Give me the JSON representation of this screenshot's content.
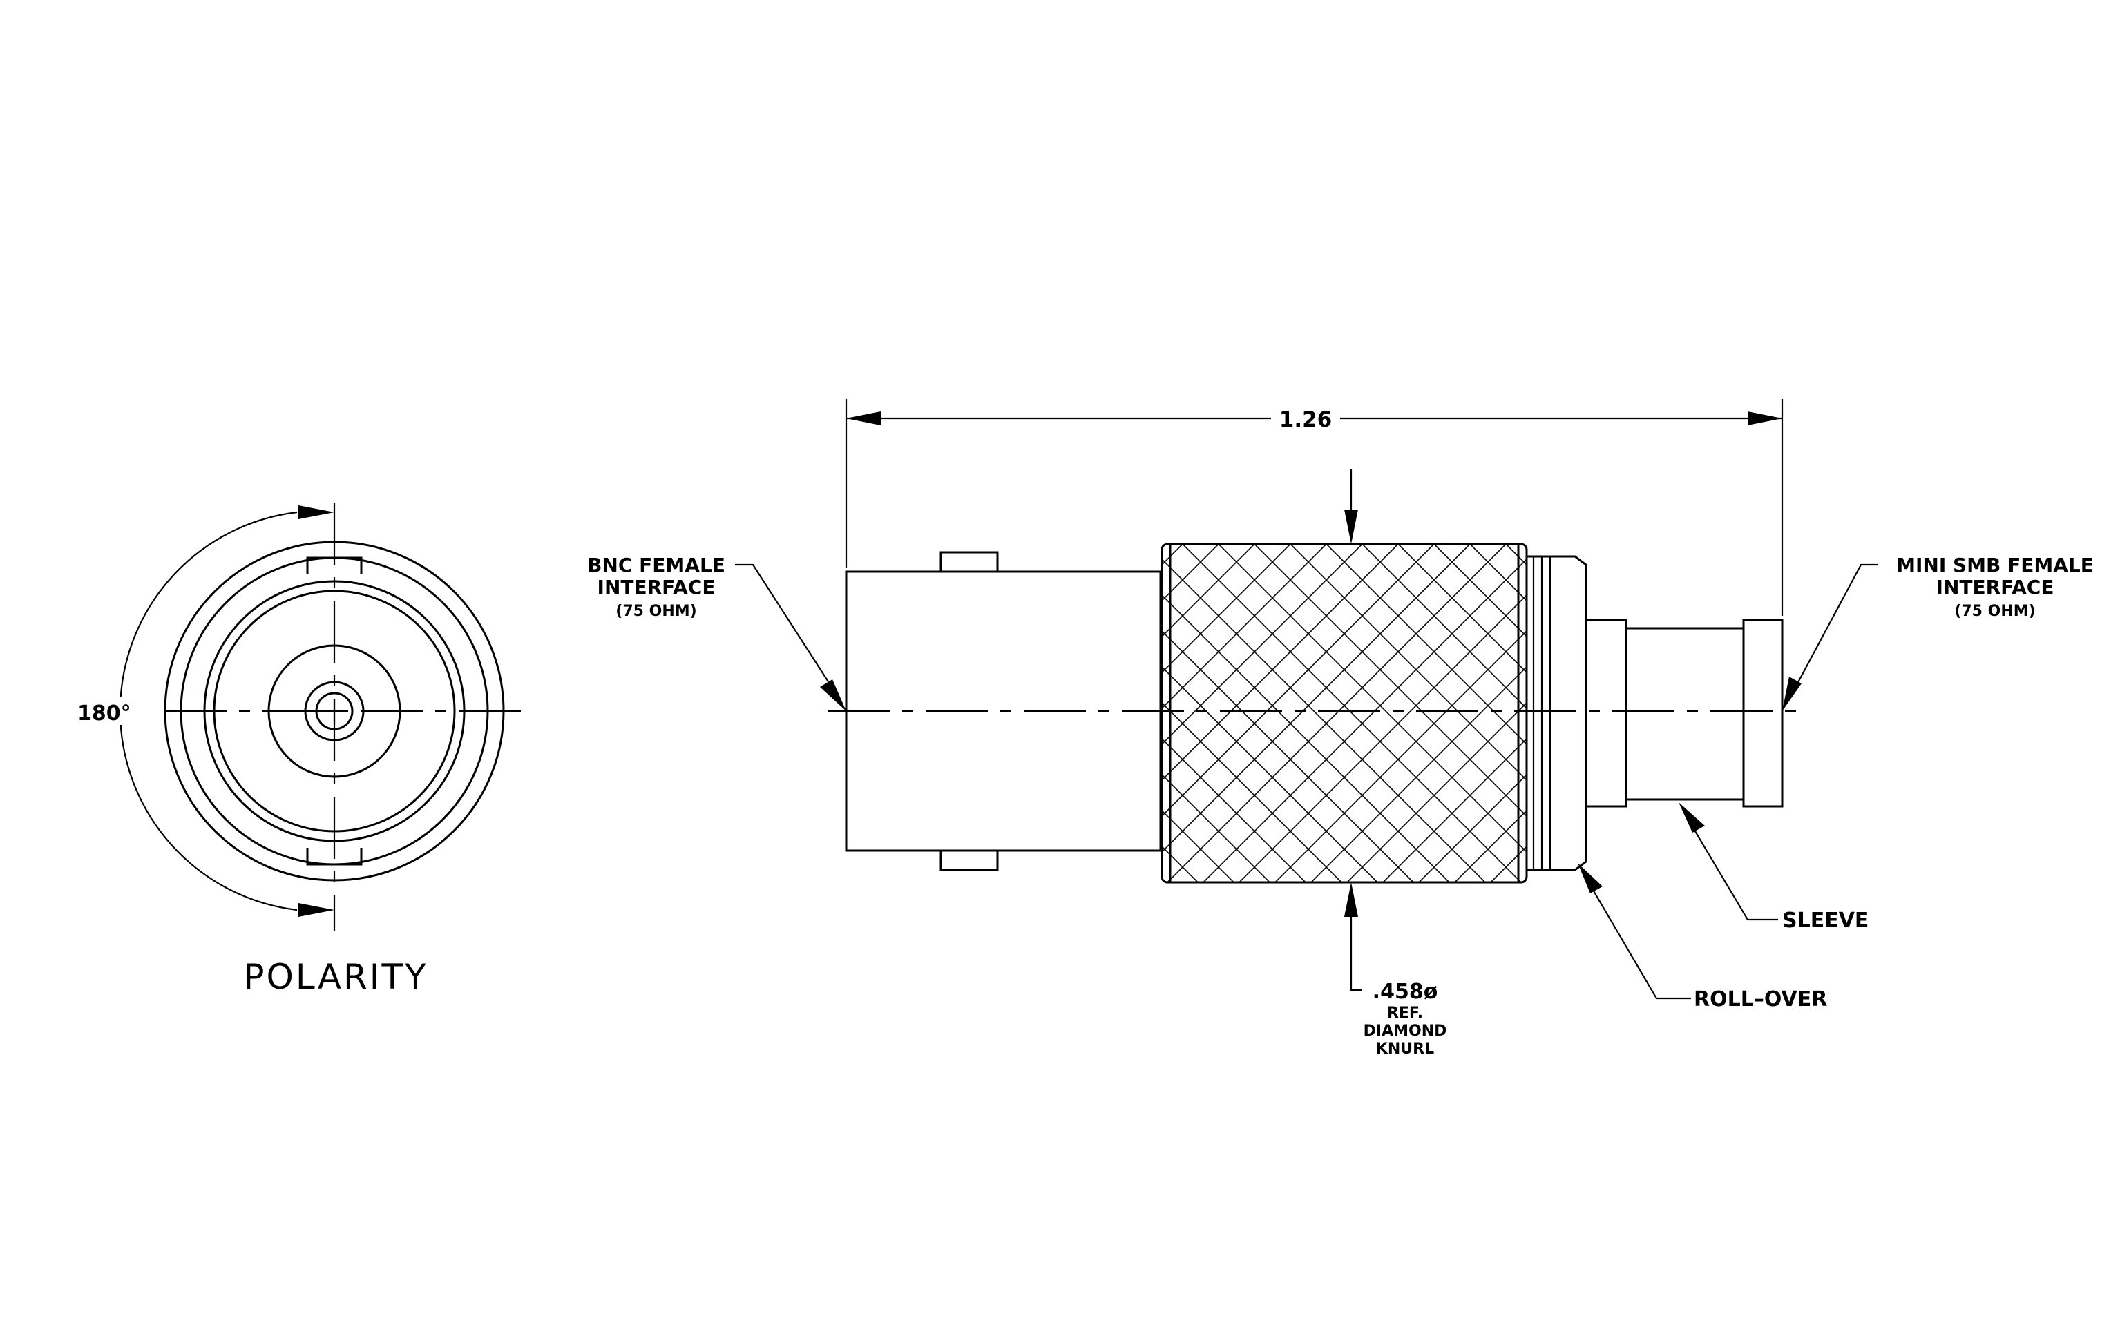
{
  "labels": {
    "polarity_title": "POLARITY",
    "polarity_angle": "180°",
    "length_dim": "1.26",
    "bnc_line1": "BNC FEMALE",
    "bnc_line2": "INTERFACE",
    "bnc_line3": "(75 OHM)",
    "smb_line1": "MINI SMB FEMALE",
    "smb_line2": "INTERFACE",
    "smb_line3": "(75 OHM)",
    "sleeve": "SLEEVE",
    "rollover": "ROLL–OVER",
    "knurl_line1": ".458ø",
    "knurl_line2": "REF.",
    "knurl_line3": "DIAMOND",
    "knurl_line4": "KNURL"
  },
  "colors": {
    "line": "#000000",
    "background": "#ffffff"
  }
}
